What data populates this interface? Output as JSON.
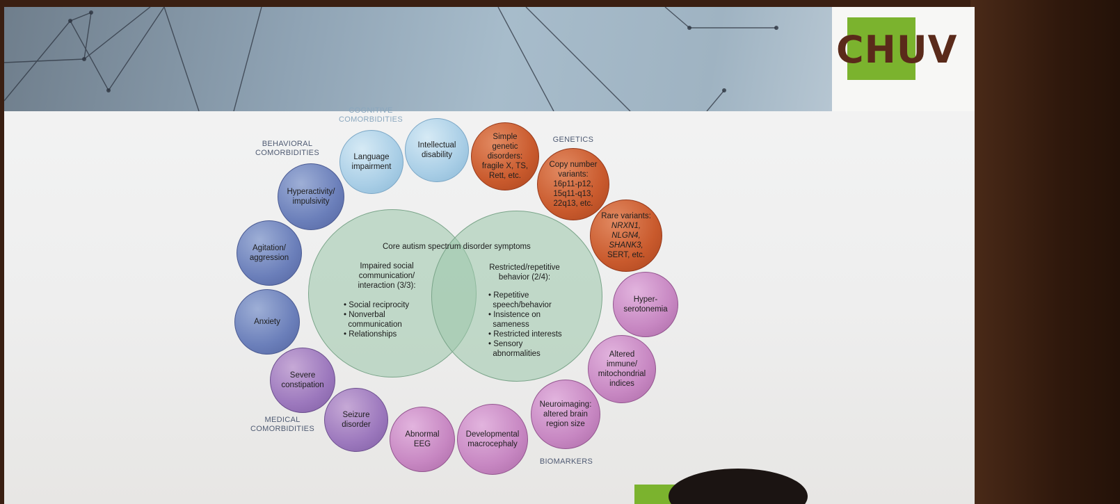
{
  "logo": {
    "text": "CHUV"
  },
  "diagram": {
    "core_title": "Core autism spectrum disorder symptoms",
    "left_circle": {
      "title_lines": [
        "Impaired social",
        "communication/",
        "interaction (3/3):"
      ],
      "items": [
        "Social reciprocity",
        "Nonverbal",
        "communication",
        "Relationships"
      ]
    },
    "right_circle": {
      "title_lines": [
        "Restricted/repetitive",
        "behavior (2/4):"
      ],
      "items": [
        "Repetitive",
        "speech/behavior",
        "Insistence on",
        "sameness",
        "Restricted interests",
        "Sensory",
        "abnormalities"
      ]
    },
    "group_labels": {
      "cognitive": [
        "COGNITIVE",
        "COMORBIDITIES"
      ],
      "behavioral": [
        "BEHAVIORAL",
        "COMORBIDITIES"
      ],
      "genetics": "GENETICS",
      "medical": [
        "MEDICAL",
        "COMORBIDITIES"
      ],
      "biomarkers": "BIOMARKERS"
    },
    "nodes": {
      "language": [
        "Language",
        "impairment"
      ],
      "intellectual": [
        "Intellectual",
        "disability"
      ],
      "simple_genetic": [
        "Simple",
        "genetic",
        "disorders:",
        "fragile X, TS,",
        "Rett, etc."
      ],
      "cnv": [
        "Copy number",
        "variants:",
        "16p11-p12,",
        "15q11-q13,",
        "22q13, etc."
      ],
      "rare_variants": [
        "Rare variants:",
        "NRXN1,",
        "NLGN4,",
        "SHANK3,",
        "SERT, etc."
      ],
      "hyperserotonemia": [
        "Hyper-",
        "serotonemia"
      ],
      "immune": [
        "Altered",
        "immune/",
        "mitochondrial",
        "indices"
      ],
      "neuroimaging": [
        "Neuroimaging:",
        "altered brain",
        "region size"
      ],
      "macrocephaly": [
        "Developmental",
        "macrocephaly"
      ],
      "eeg": [
        "Abnormal",
        "EEG"
      ],
      "seizure": [
        "Seizure",
        "disorder"
      ],
      "constipation": [
        "Severe",
        "constipation"
      ],
      "anxiety": [
        "Anxiety"
      ],
      "agitation": [
        "Agitation/",
        "aggression"
      ],
      "hyperactivity": [
        "Hyperactivity/",
        "impulsivity"
      ]
    }
  },
  "colors": {
    "behavioral": "#6b7fba",
    "cognitive": "#a9cee6",
    "genetics": "#c95a2d",
    "biomarkers": "#c787c2",
    "medical": "#9c78bd",
    "core": "#9bc6aa",
    "logo_green": "#7bb32e",
    "logo_brown": "#5a2a1a"
  }
}
